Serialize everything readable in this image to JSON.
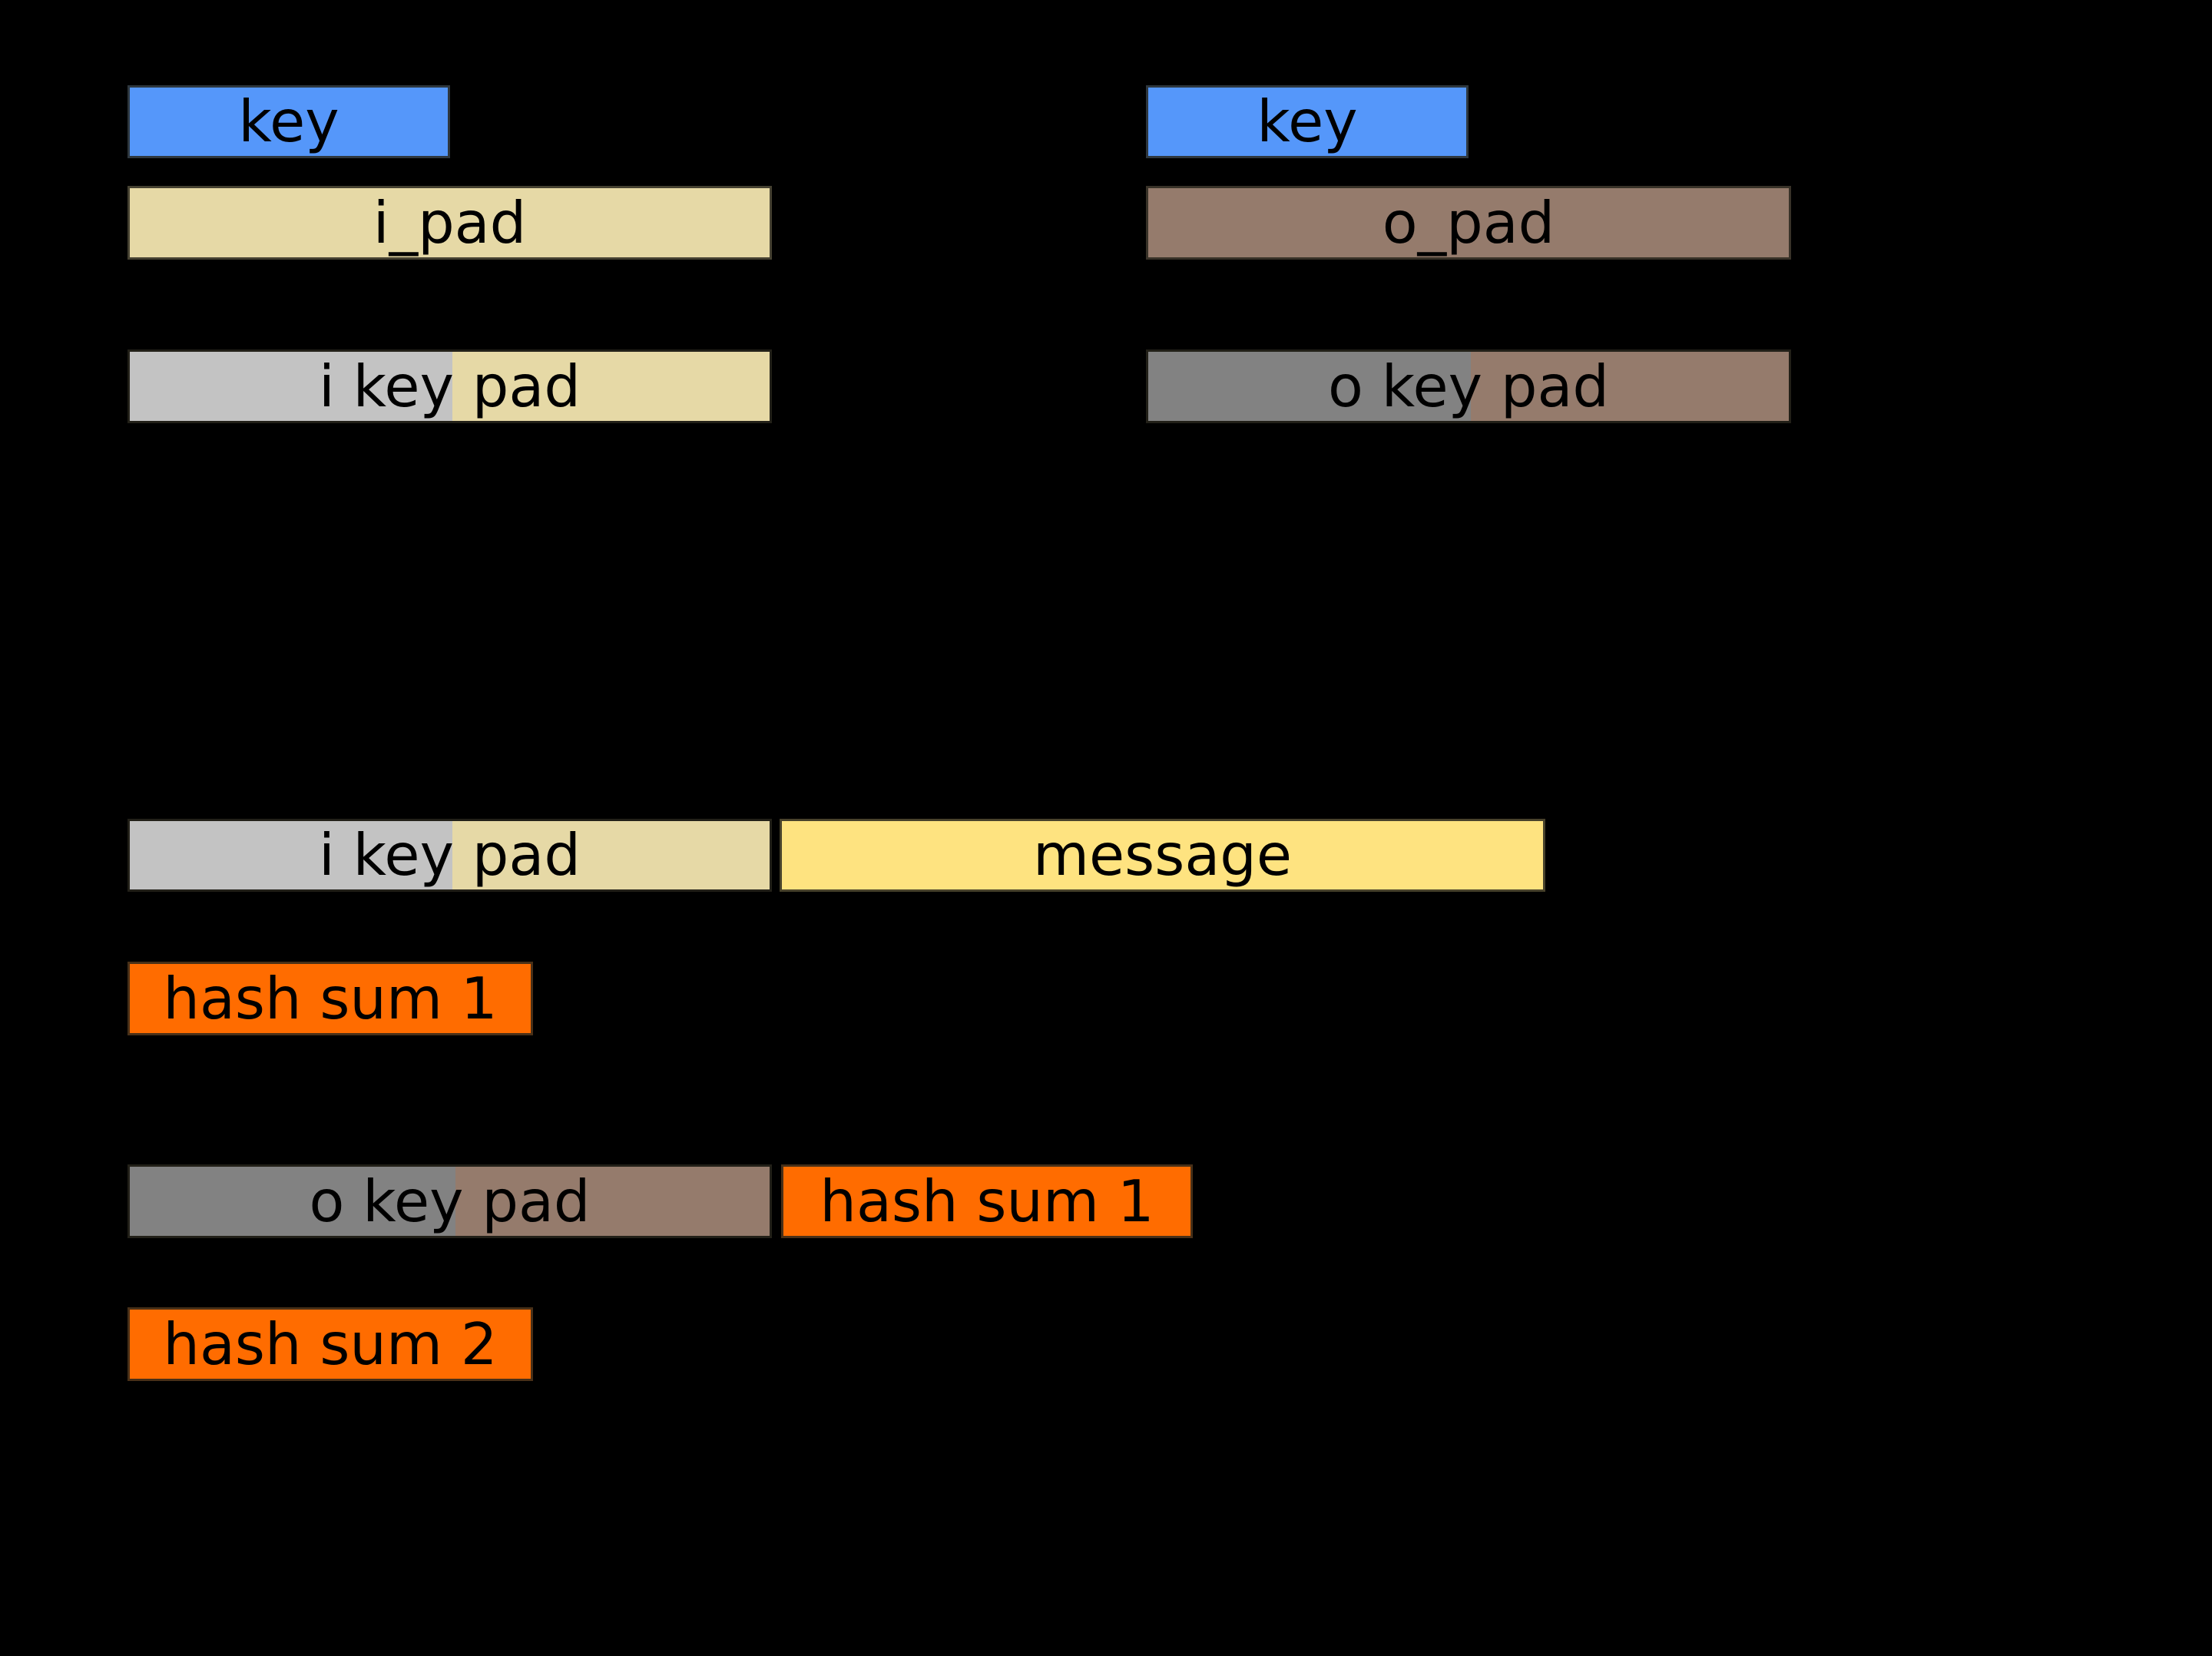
{
  "colors": {
    "background": "#000000",
    "text": "#000000",
    "key": "#5597fa",
    "i_pad": "#e6d9a6",
    "o_pad": "#957b6c",
    "key_gray_light": "#c3c3c3",
    "key_gray_dark": "#828282",
    "message": "#fee380",
    "hash": "#ff6c00"
  },
  "diagram": {
    "inner_column": {
      "key": "key",
      "pad": "i_pad",
      "key_pad": "i key pad"
    },
    "outer_column": {
      "key": "key",
      "pad": "o_pad",
      "key_pad": "o key pad"
    },
    "inner_hash_input": {
      "key_pad": "i key pad",
      "message": "message"
    },
    "inner_hash_output": "hash sum 1",
    "outer_hash_input": {
      "key_pad": "o key pad",
      "hash_sum": "hash sum 1"
    },
    "outer_hash_output": "hash sum 2"
  }
}
